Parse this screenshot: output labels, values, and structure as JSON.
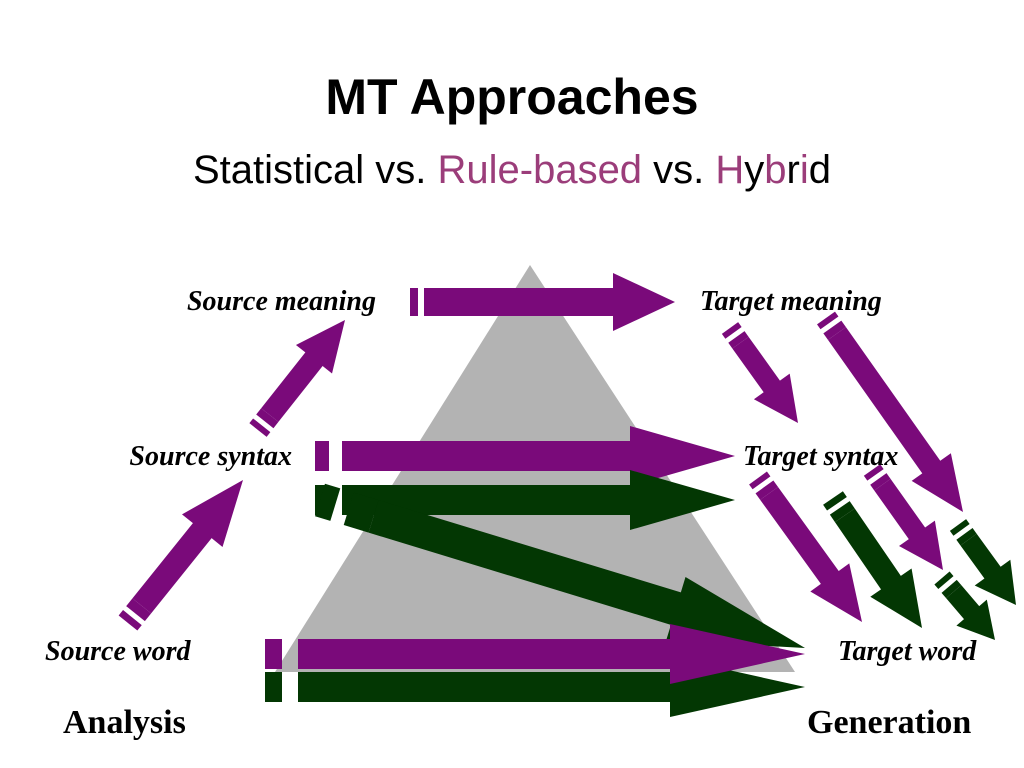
{
  "title": "MT Approaches",
  "subtitle": {
    "part1": "Statistical vs. ",
    "rule_based": "Rule-based",
    "part2": " vs. ",
    "hybrid": [
      "H",
      "y",
      "b",
      "r",
      "i",
      "d"
    ]
  },
  "labels": {
    "source_meaning": "Source meaning",
    "source_syntax": "Source syntax",
    "source_word": "Source word",
    "target_meaning": "Target meaning",
    "target_syntax": "Target syntax",
    "target_word": "Target word",
    "analysis": "Analysis",
    "generation": "Generation"
  },
  "colors": {
    "rule_based": "#7a0a7a",
    "statistical": "#033703",
    "pyramid": "#b3b3b3",
    "subtitle_accent": "#9b3d7a"
  }
}
